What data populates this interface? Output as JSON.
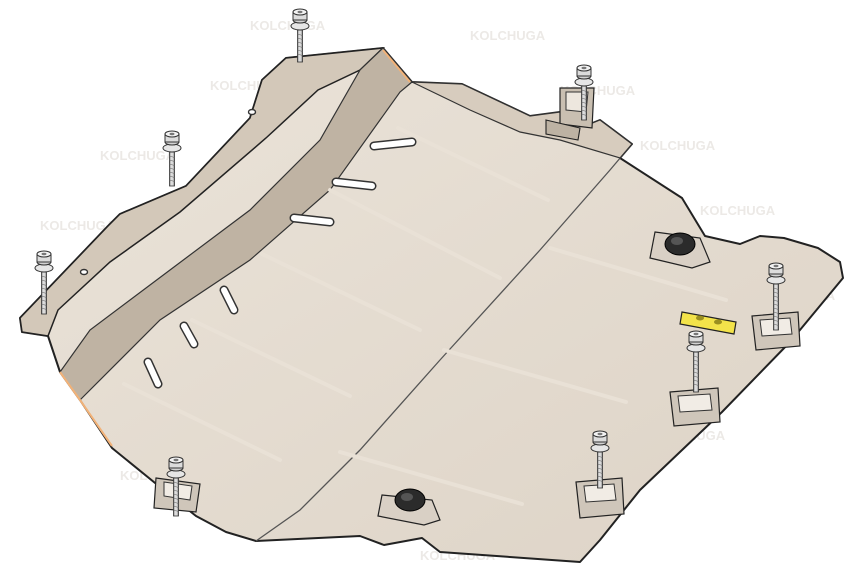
{
  "diagram": {
    "watermark": "KOLCHUGA",
    "parts": {
      "plate": "skid-plate",
      "bolts": "bolt-with-washer",
      "brackets": "mounting-bracket",
      "rubber_plugs": "rubber-plug",
      "spacer": "yellow-spacer-plate"
    }
  },
  "colors": {
    "plate_main": "#e4dbd0",
    "plate_shade": "#cfc4b5",
    "plate_dark": "#b9ad9d",
    "edge_highlight": "#f2b278",
    "outline": "#222222",
    "bolt": "#d6d6d6",
    "spacer": "#f3e34a",
    "plug": "#2b2b2b"
  }
}
